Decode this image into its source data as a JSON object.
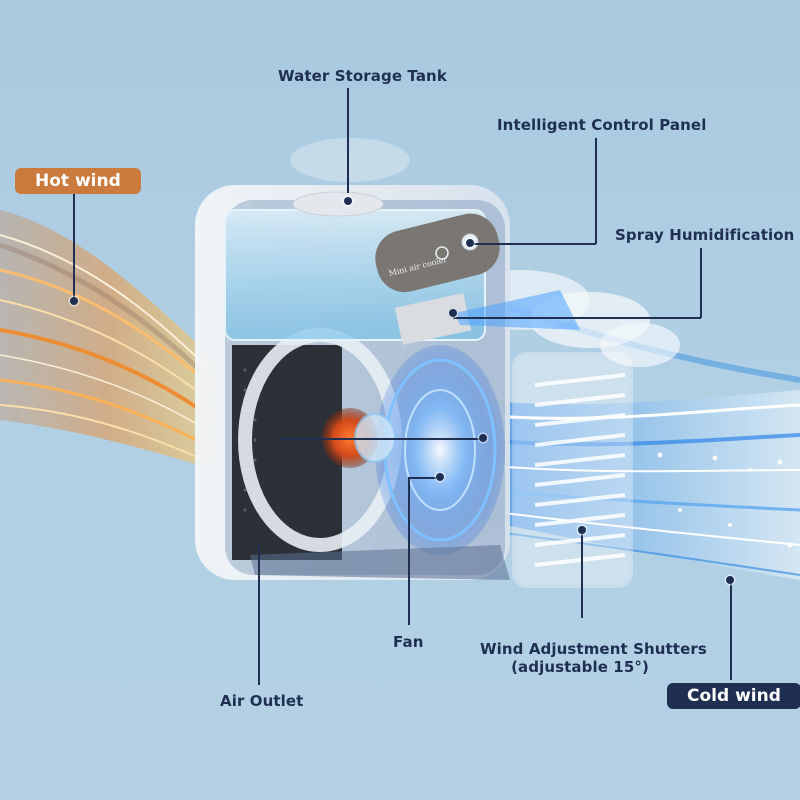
{
  "product": {
    "name": "Mini air cooler",
    "panel_text": "Mini air cooler"
  },
  "badges": {
    "hot_wind": "Hot wind",
    "cold_wind": "Cold wind"
  },
  "callouts": {
    "water_storage_tank": "Water Storage Tank",
    "intelligent_control_panel": "Intelligent Control Panel",
    "spray_humidification": "Spray Humidification",
    "fan": "Fan",
    "air_outlet": "Air Outlet",
    "wind_adjustment_shutters": "Wind Adjustment Shutters",
    "wind_adjustment_shutters_note": "(adjustable 15°)"
  },
  "colors": {
    "background": "#b0cfe3",
    "label_text": "#1f2f52",
    "hot_badge": "#c97a3c",
    "cold_badge": "#1f2f52",
    "hot_stream": "#f08a2a",
    "cold_stream": "#3a8fe0"
  }
}
